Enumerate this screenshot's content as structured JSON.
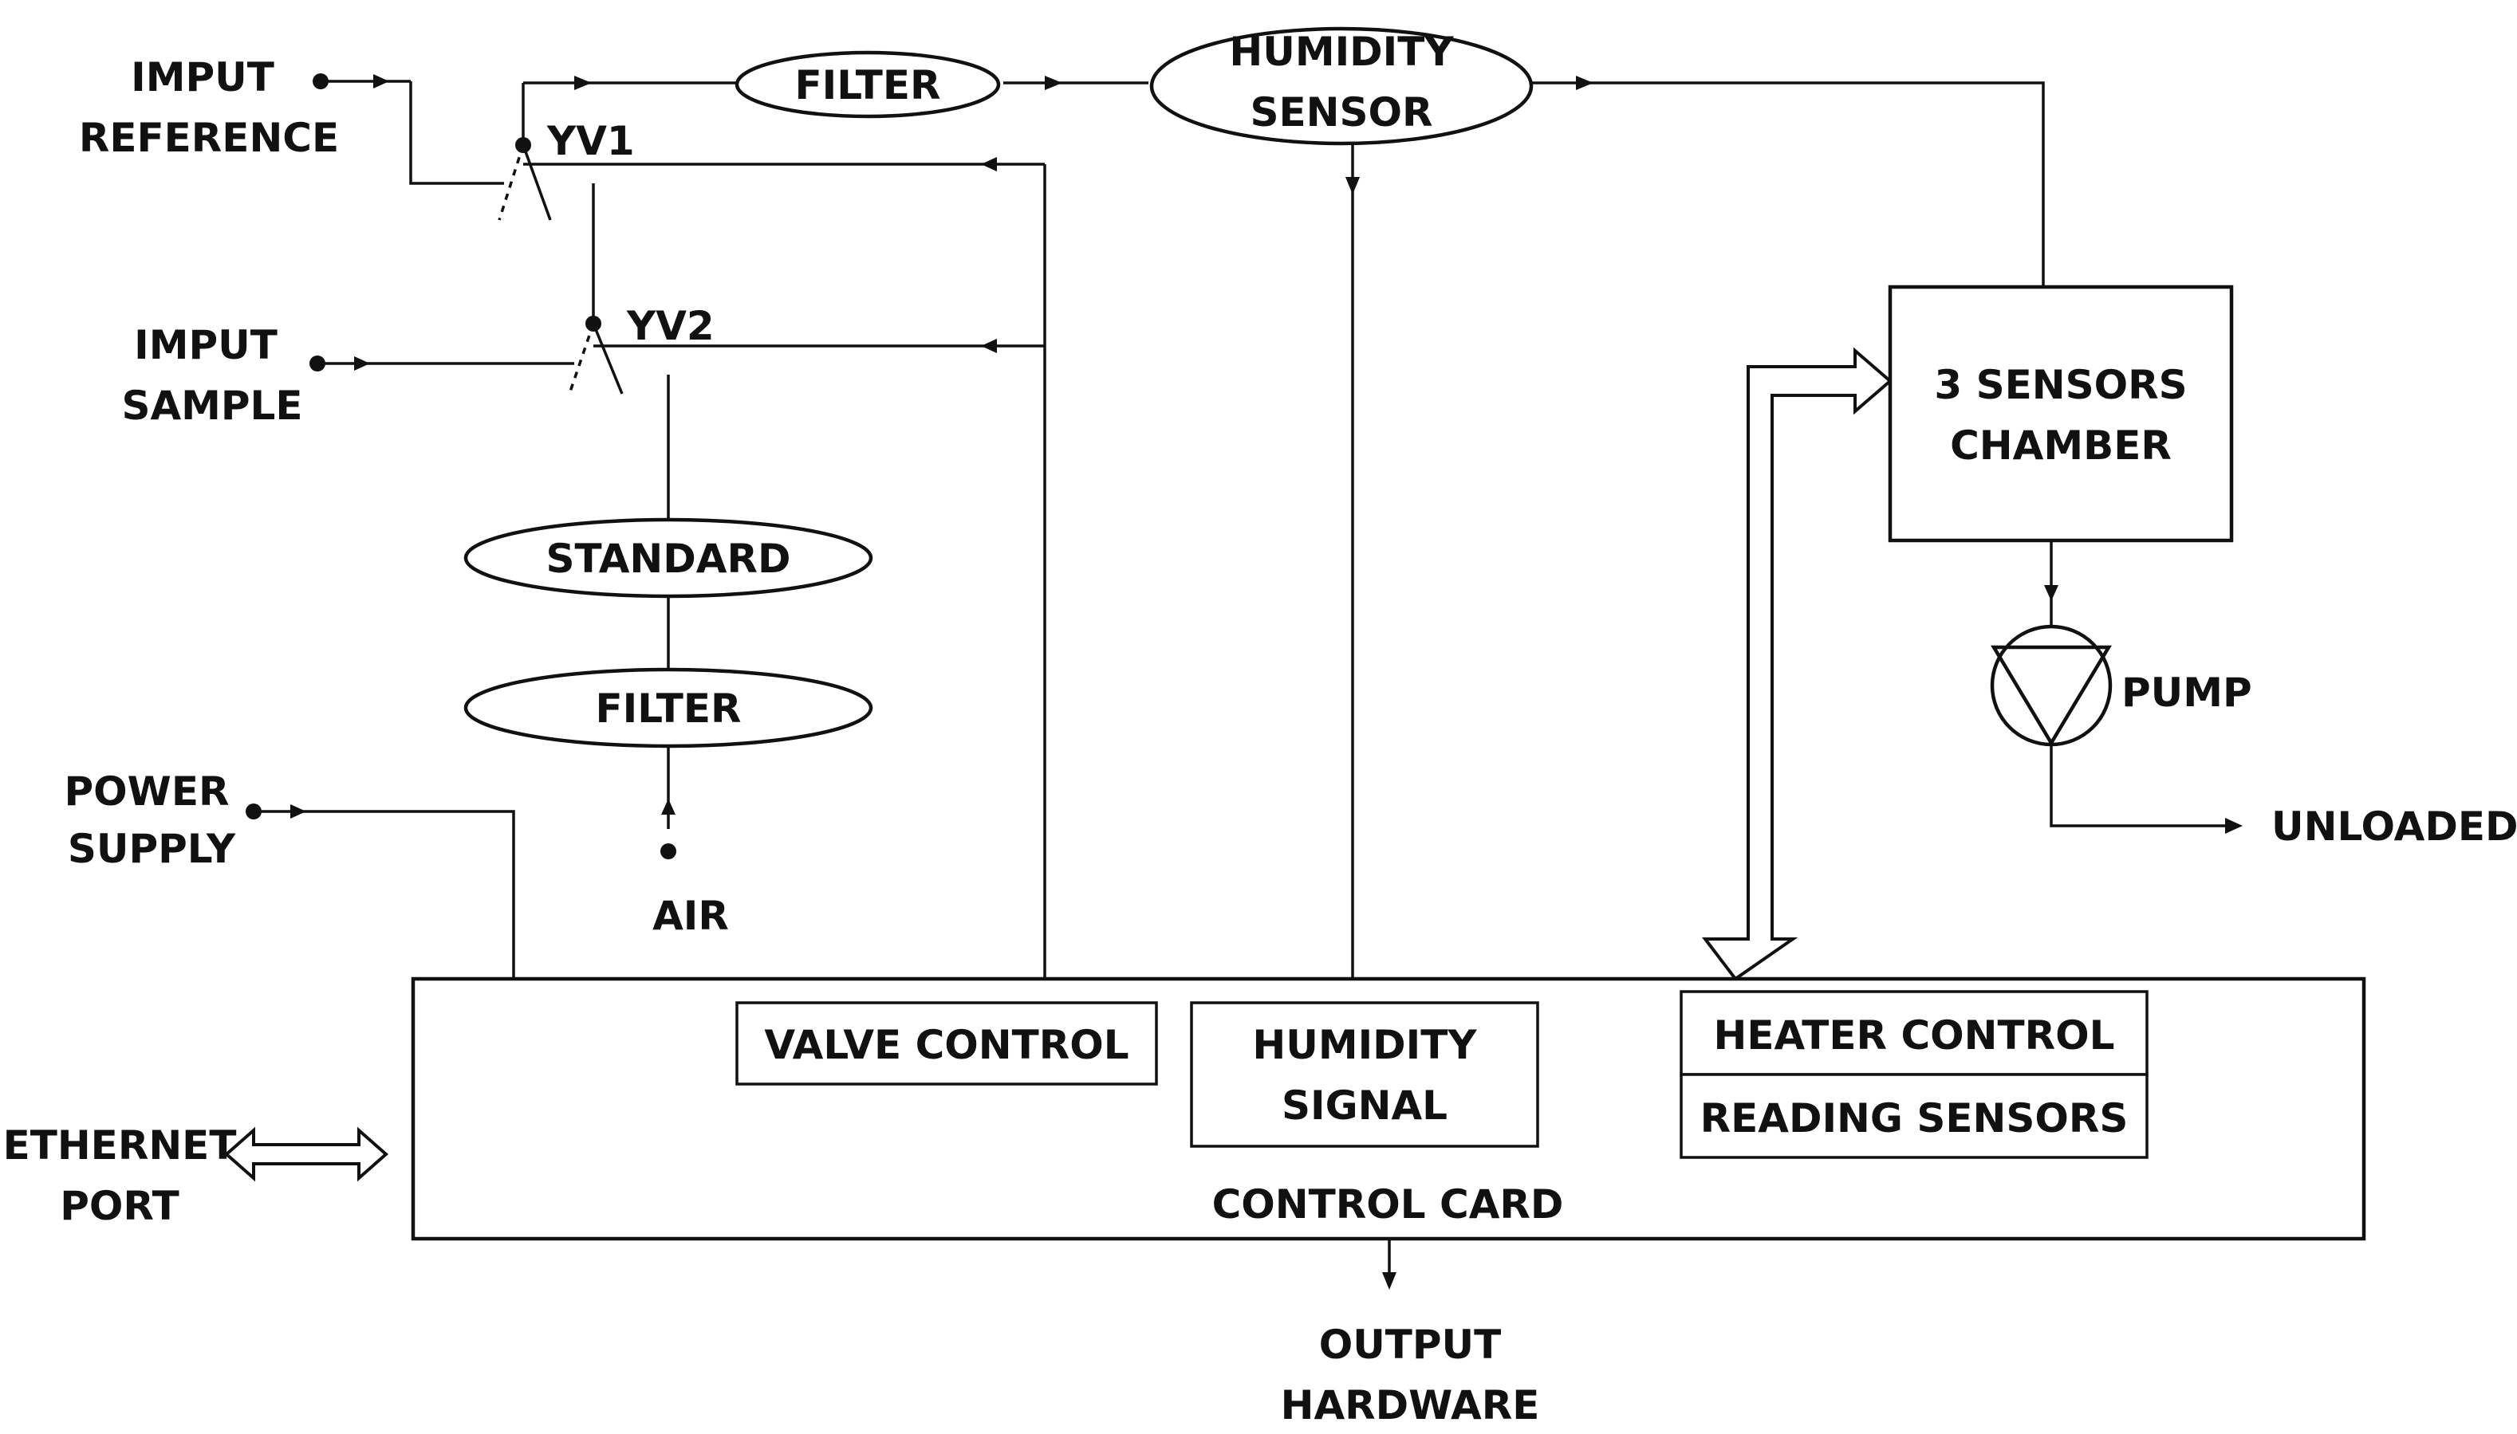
{
  "inputs": {
    "reference": [
      "IMPUT",
      "REFERENCE"
    ],
    "sample": [
      "IMPUT",
      "SAMPLE"
    ],
    "power": [
      "POWER",
      "SUPPLY"
    ],
    "ethernet": [
      "ETHERNET",
      "PORT"
    ],
    "air": "AIR"
  },
  "valves": {
    "yv1": "YV1",
    "yv2": "YV2"
  },
  "components": {
    "filter_top": "FILTER",
    "humidity_sensor": [
      "HUMIDITY",
      "SENSOR"
    ],
    "standard": "STANDARD",
    "filter_bottom": "FILTER",
    "chamber": [
      "3 SENSORS",
      "CHAMBER"
    ],
    "pump": "PUMP",
    "unloaded": "UNLOADED"
  },
  "control_card": {
    "title": "CONTROL CARD",
    "valve_control": "VALVE CONTROL",
    "humidity_signal": [
      "HUMIDITY",
      "SIGNAL"
    ],
    "heater_control": "HEATER CONTROL",
    "reading_sensors": "READING SENSORS"
  },
  "output": [
    "OUTPUT",
    "HARDWARE"
  ]
}
